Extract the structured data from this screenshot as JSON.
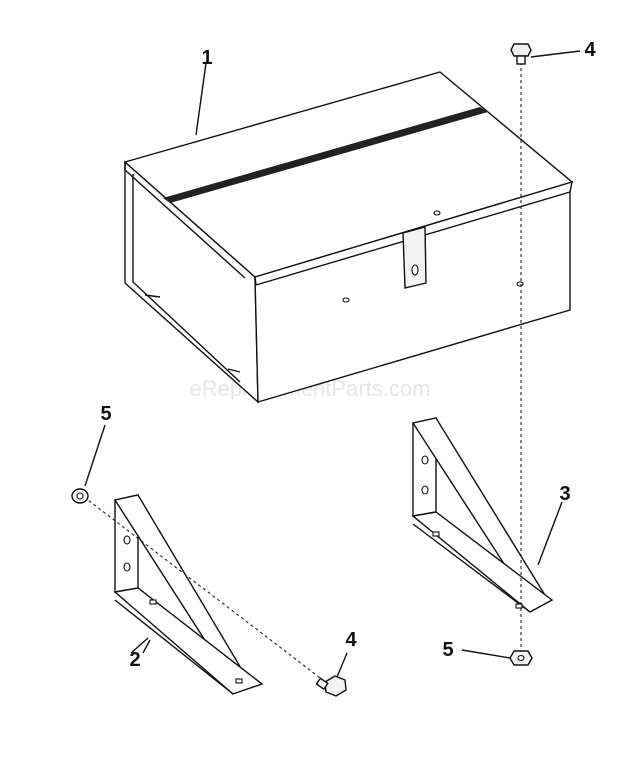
{
  "watermark": "eReplacementParts.com",
  "callouts": {
    "box": "1",
    "left_bracket": "2",
    "right_bracket": "3",
    "bolt_top": "4",
    "bolt_bottom": "4",
    "nut_left": "5",
    "nut_right": "5"
  }
}
